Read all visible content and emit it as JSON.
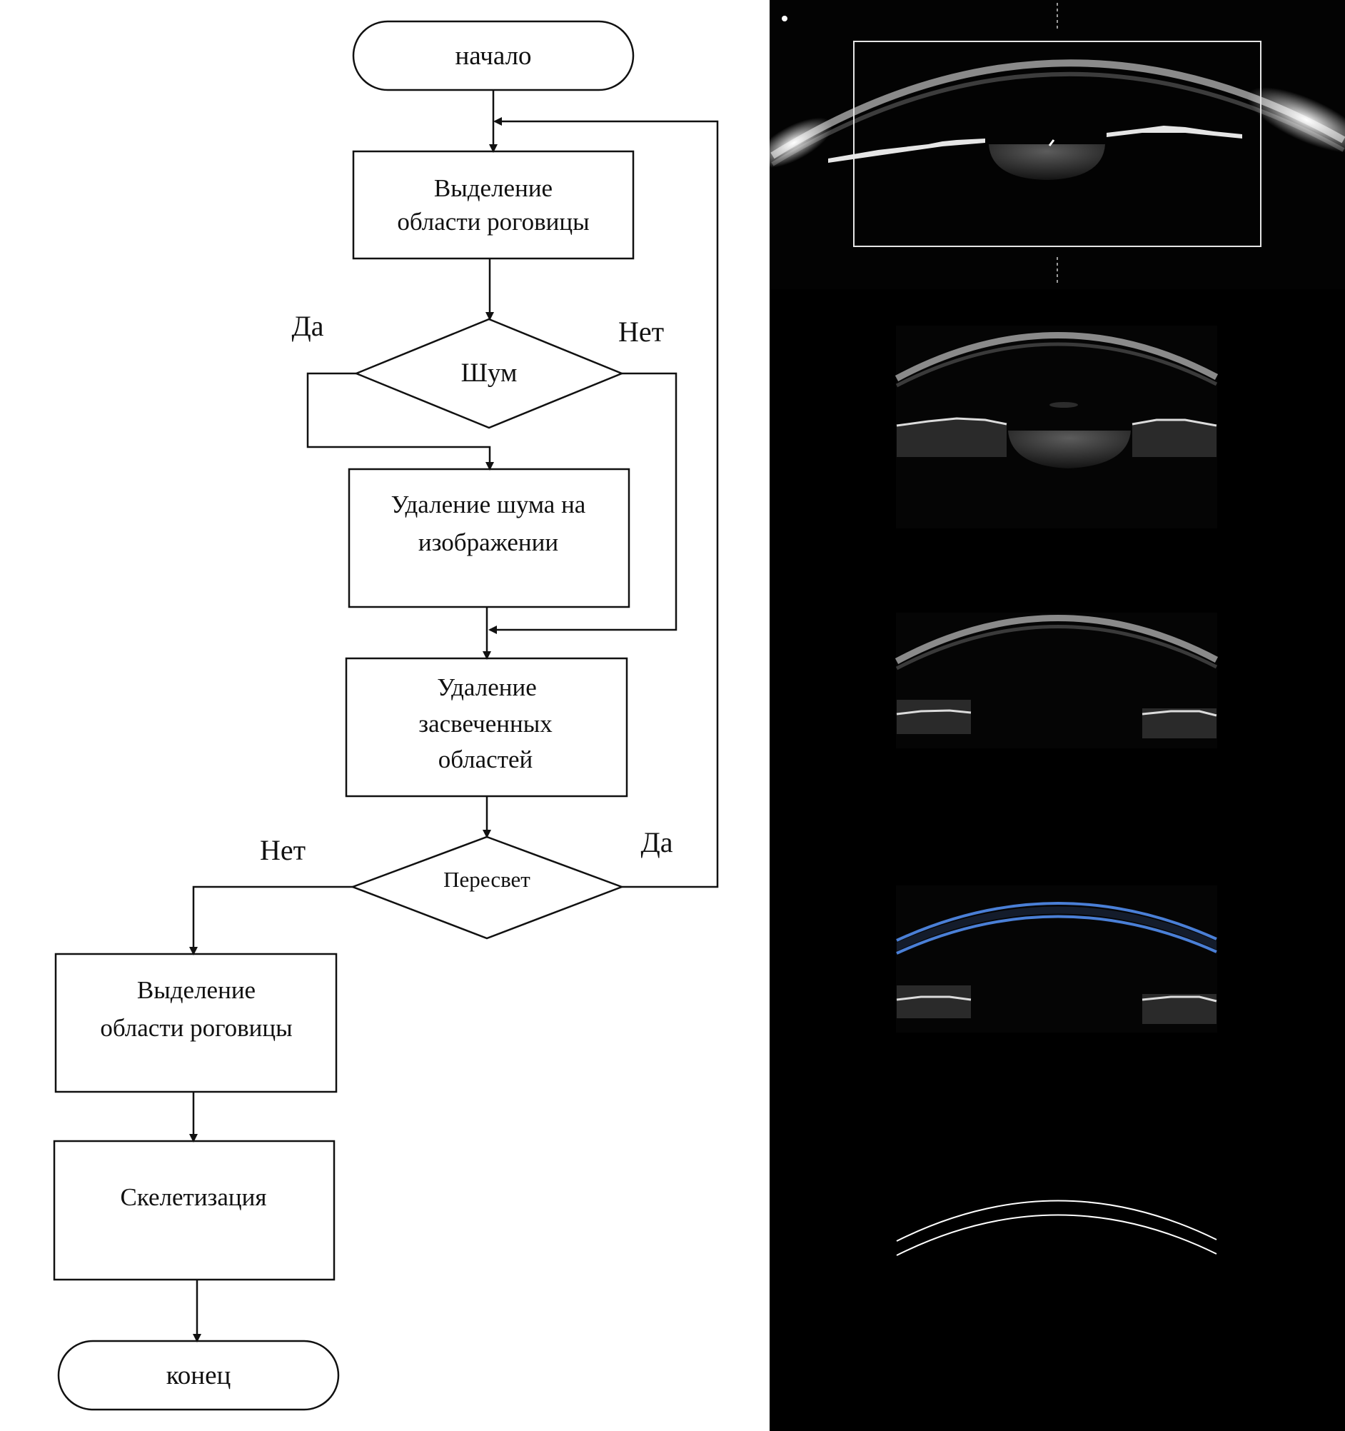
{
  "diagram": {
    "nodes": {
      "start": "начало",
      "corneal_region_1_line1": "Выделение",
      "corneal_region_1_line2": "области роговицы",
      "noise_decision": "Шум",
      "noise_removal_line1": "Удаление шума  на",
      "noise_removal_line2": "изображении",
      "overexposed_removal_line1": "Удаление",
      "overexposed_removal_line2": "засвеченных",
      "overexposed_removal_line3": "областей",
      "overexposure_decision": "Пересвет",
      "corneal_region_2_line1": "Выделение",
      "corneal_region_2_line2": "области роговицы",
      "skeletonization": "Скелетизация",
      "end": "конец"
    },
    "edge_labels": {
      "noise_yes": "Да",
      "noise_no": "Нет",
      "overexposure_no": "Нет",
      "overexposure_yes": "Да"
    }
  },
  "image_panel": {
    "background_color": "#000000",
    "contour_color": "#4a7fd6",
    "skeleton_color": "#ffffff"
  }
}
